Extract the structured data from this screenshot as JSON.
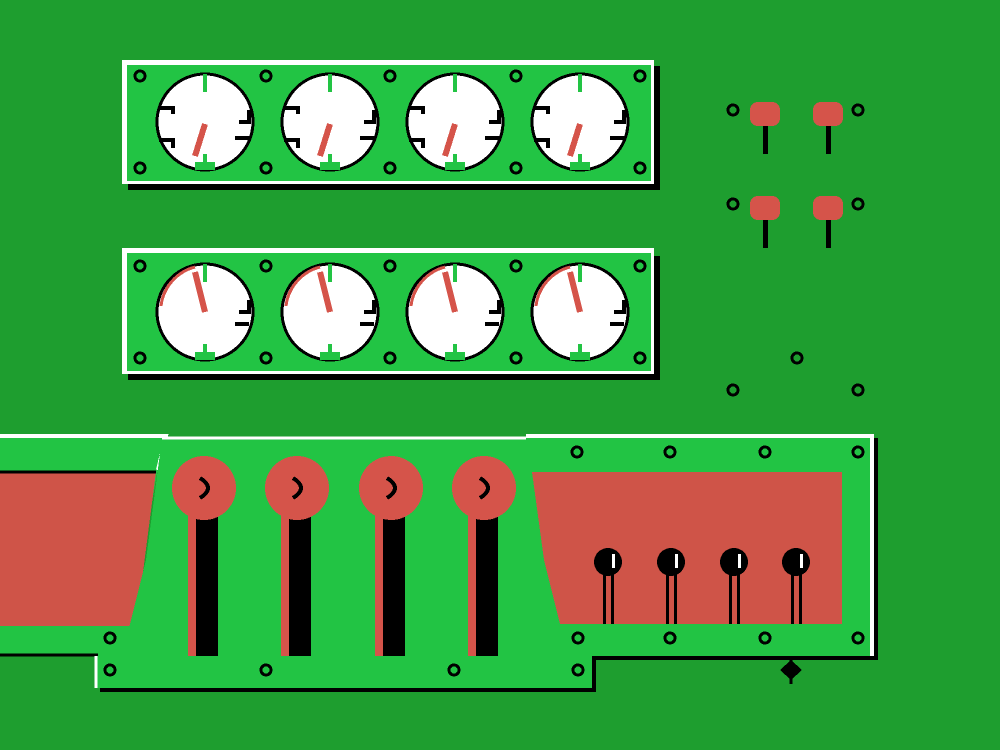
{
  "scene": {
    "background_color": "#1e9e2f",
    "panel_color": "#22c444",
    "accent_color": "#d5544a",
    "gauge_face_color": "#ffffff",
    "outline_color": "#000000"
  },
  "gauge_rows": [
    {
      "name": "upper",
      "gauges": [
        {
          "needle_value": 0.62
        },
        {
          "needle_value": 0.62
        },
        {
          "needle_value": 0.62
        },
        {
          "needle_value": 0.62
        }
      ]
    },
    {
      "name": "lower",
      "gauges": [
        {
          "needle_value": 0.9
        },
        {
          "needle_value": 0.9
        },
        {
          "needle_value": 0.9
        },
        {
          "needle_value": 0.9
        }
      ]
    }
  ],
  "toggles": [
    {
      "state": "up",
      "icon": "toggle-switch-icon"
    },
    {
      "state": "up",
      "icon": "toggle-switch-icon"
    },
    {
      "state": "up",
      "icon": "toggle-switch-icon"
    },
    {
      "state": "up",
      "icon": "toggle-switch-icon"
    }
  ],
  "levers": [
    {
      "level": 1.0,
      "icon": "lever-knob-icon"
    },
    {
      "level": 1.0,
      "icon": "lever-knob-icon"
    },
    {
      "level": 1.0,
      "icon": "lever-knob-icon"
    },
    {
      "level": 1.0,
      "icon": "lever-knob-icon"
    }
  ],
  "knobs": [
    {
      "icon": "knob-icon"
    },
    {
      "icon": "knob-icon"
    },
    {
      "icon": "knob-icon"
    },
    {
      "icon": "knob-icon"
    }
  ]
}
